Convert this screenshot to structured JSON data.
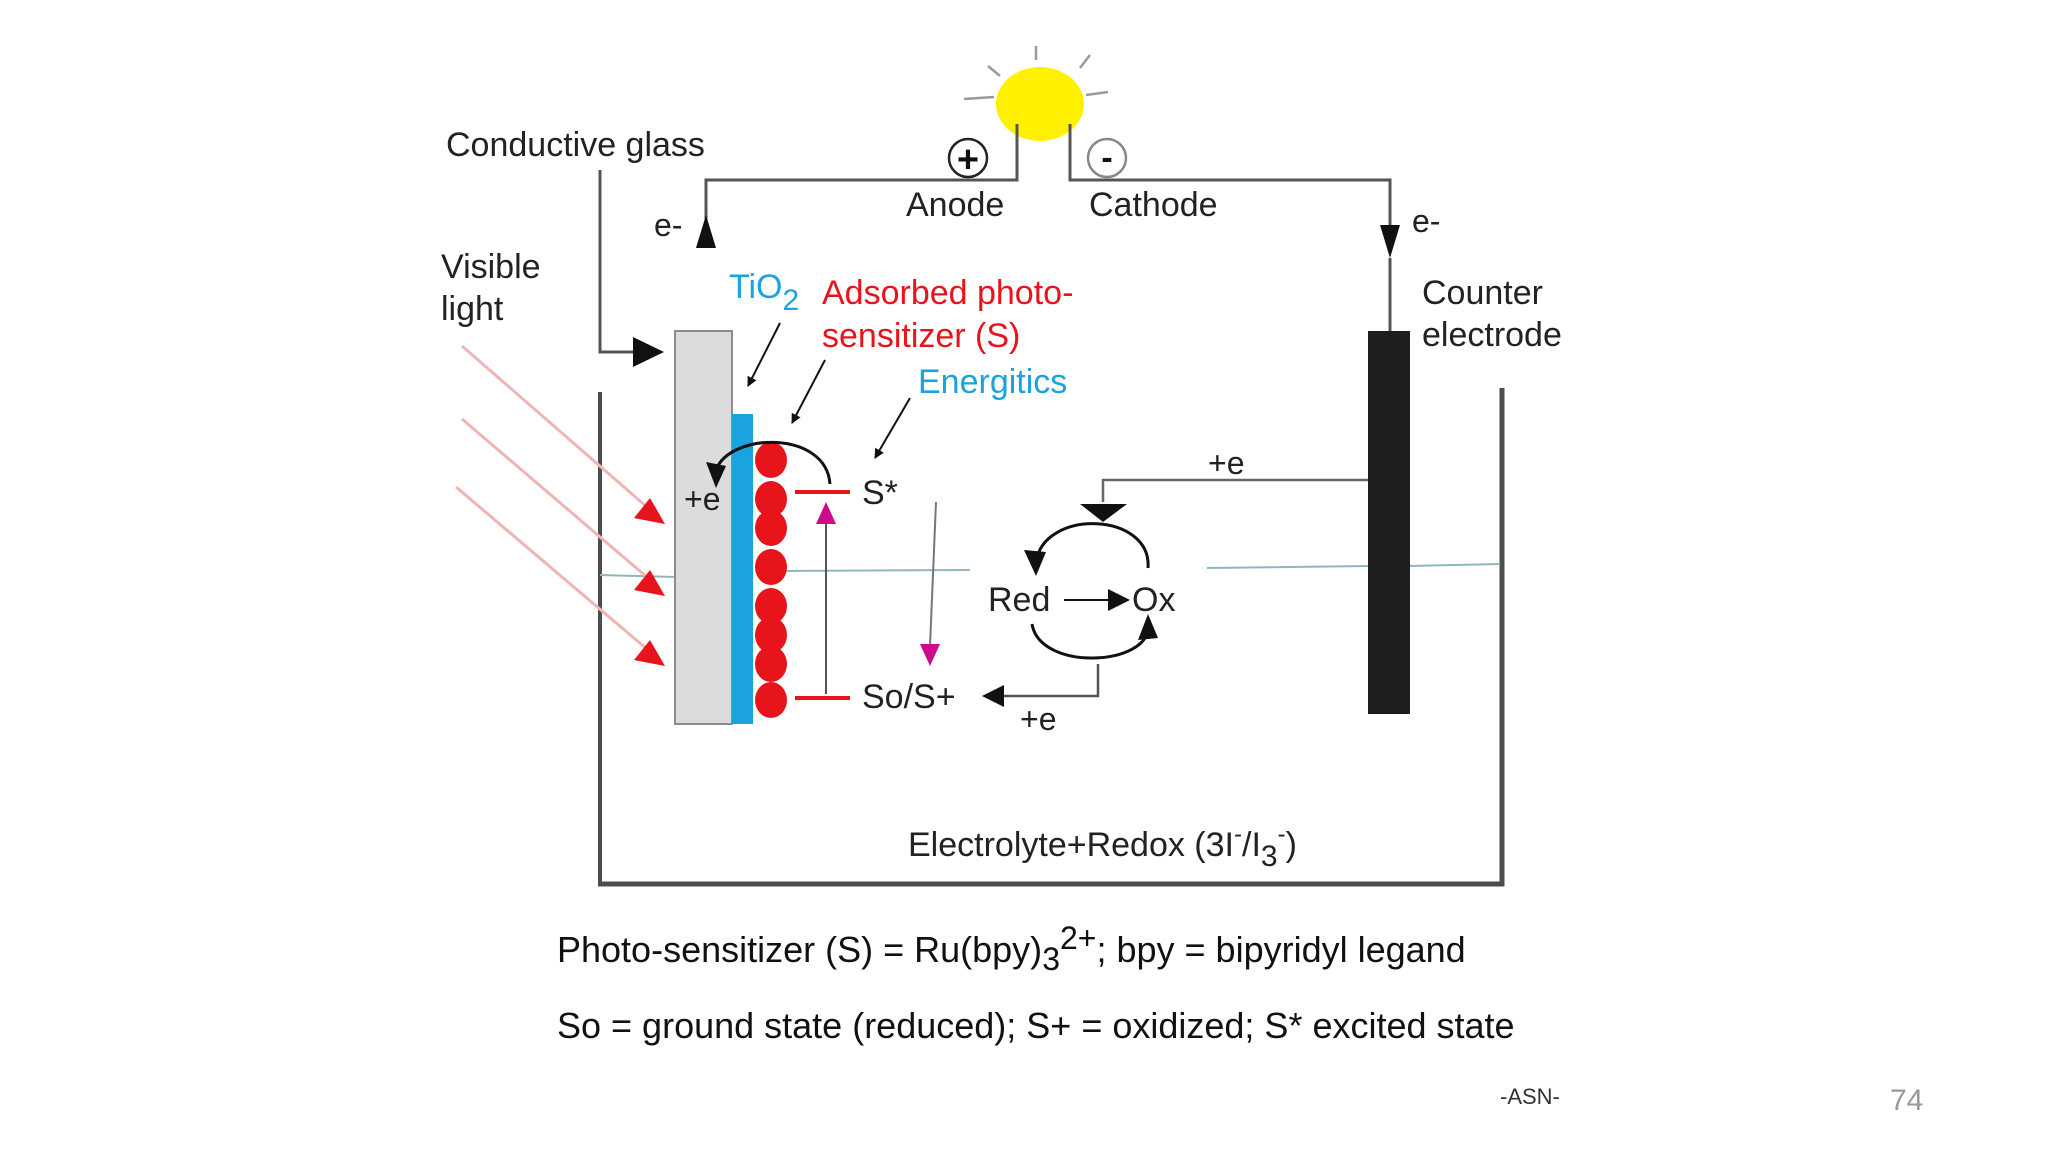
{
  "labels": {
    "conductive_glass": "Conductive glass",
    "visible": "Visible",
    "light": "light",
    "anode": "Anode",
    "cathode": "Cathode",
    "e_minus_left": "e-",
    "e_minus_right": "e-",
    "counter": "Counter",
    "electrode": "electrode",
    "tio": "TiO",
    "tio_sub": "2",
    "adsorbed_1": "Adsorbed photo-",
    "adsorbed_2": "sensitizer (S)",
    "energitics": "Energitics",
    "plus_e_top": "+e",
    "plus_e_left": "+e",
    "plus_e_bottom": "+e",
    "s_star": "S*",
    "so_s_plus": "So/S+",
    "red": "Red",
    "ox": "Ox",
    "plus_sign": "+",
    "minus_sign": "-",
    "electrolyte_pre": "Electrolyte+Redox (3I",
    "electrolyte_sup1": "-",
    "electrolyte_mid": "/I",
    "electrolyte_sub": "3",
    "electrolyte_sup2": "-",
    "electrolyte_post": ")"
  },
  "captions": {
    "line1_pre": "Photo-sensitizer (S) = Ru(bpy)",
    "line1_sub": "3",
    "line1_sup": "2+",
    "line1_post": "; bpy = bipyridyl legand",
    "line2": "So = ground state (reduced); S+ = oxidized; S* excited state"
  },
  "footer": {
    "credit": "-ASN-",
    "page_number": "74"
  },
  "colors": {
    "sun": "#fff000",
    "tio2": "#1ba3e0",
    "dye": "#e8141b",
    "energy_arrow": "#cc0a8a",
    "glass": "#dcdcdc",
    "electrode": "#1e1e1e",
    "container": "#4d4d4d",
    "label_blue": "#1ba3e0",
    "label_red": "#e8141b"
  }
}
